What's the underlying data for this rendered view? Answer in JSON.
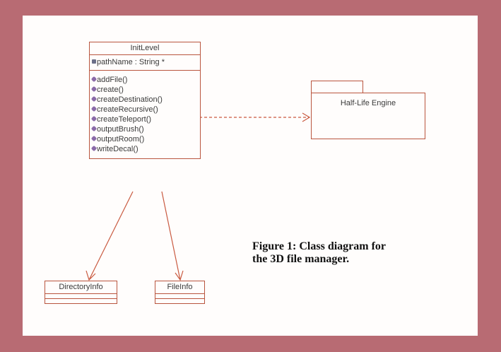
{
  "diagram": {
    "classes": {
      "initlevel": {
        "name": "InitLevel",
        "attributes": [
          "pathName : String *"
        ],
        "operations": [
          "addFile()",
          "create()",
          "createDestination()",
          "createRecursive()",
          "createTeleport()",
          "outputBrush()",
          "outputRoom()",
          "writeDecal()"
        ]
      },
      "directoryinfo": {
        "name": "DirectoryInfo"
      },
      "fileinfo": {
        "name": "FileInfo"
      }
    },
    "package": {
      "name": "Half-Life Engine"
    },
    "relationships": [
      {
        "from": "InitLevel",
        "to": "Half-Life Engine",
        "type": "dependency"
      },
      {
        "from": "InitLevel",
        "to": "DirectoryInfo",
        "type": "association"
      },
      {
        "from": "InitLevel",
        "to": "FileInfo",
        "type": "association"
      }
    ],
    "colors": {
      "frame": "#b86b73",
      "line": "#b9553e",
      "background": "#fffdfc"
    }
  },
  "caption": {
    "line1": "Figure 1: Class diagram for",
    "line2": "the 3D file manager."
  }
}
